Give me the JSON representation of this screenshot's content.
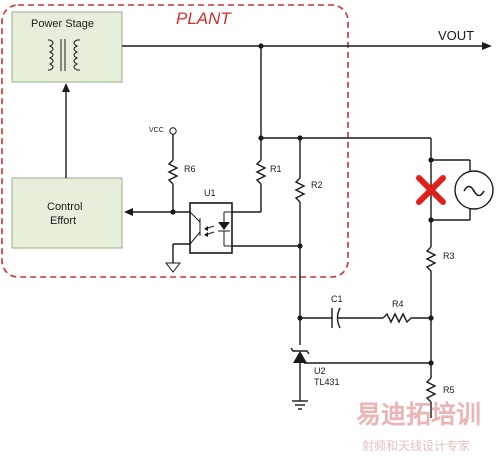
{
  "diagram": {
    "plant_label": "PLANT",
    "output_label": "VOUT",
    "vcc_label": "VCC",
    "blocks": {
      "power_stage": "Power Stage",
      "control_effort_line1": "Control",
      "control_effort_line2": "Effort"
    },
    "components": {
      "u1": "U1",
      "r1": "R1",
      "r2": "R2",
      "r3": "R3",
      "r4": "R4",
      "r5": "R5",
      "r6": "R6",
      "c1": "C1",
      "u2": "U2",
      "u2_part": "TL431"
    }
  },
  "watermark": {
    "main": "易迪拓培训",
    "sub": "射频和天线设计专家"
  },
  "colors": {
    "plant_border": "#d03030",
    "block_fill": "#e6efdc",
    "block_border": "#9aab8a",
    "break_cross": "#e0201a",
    "wire": "#1a1a1a"
  }
}
